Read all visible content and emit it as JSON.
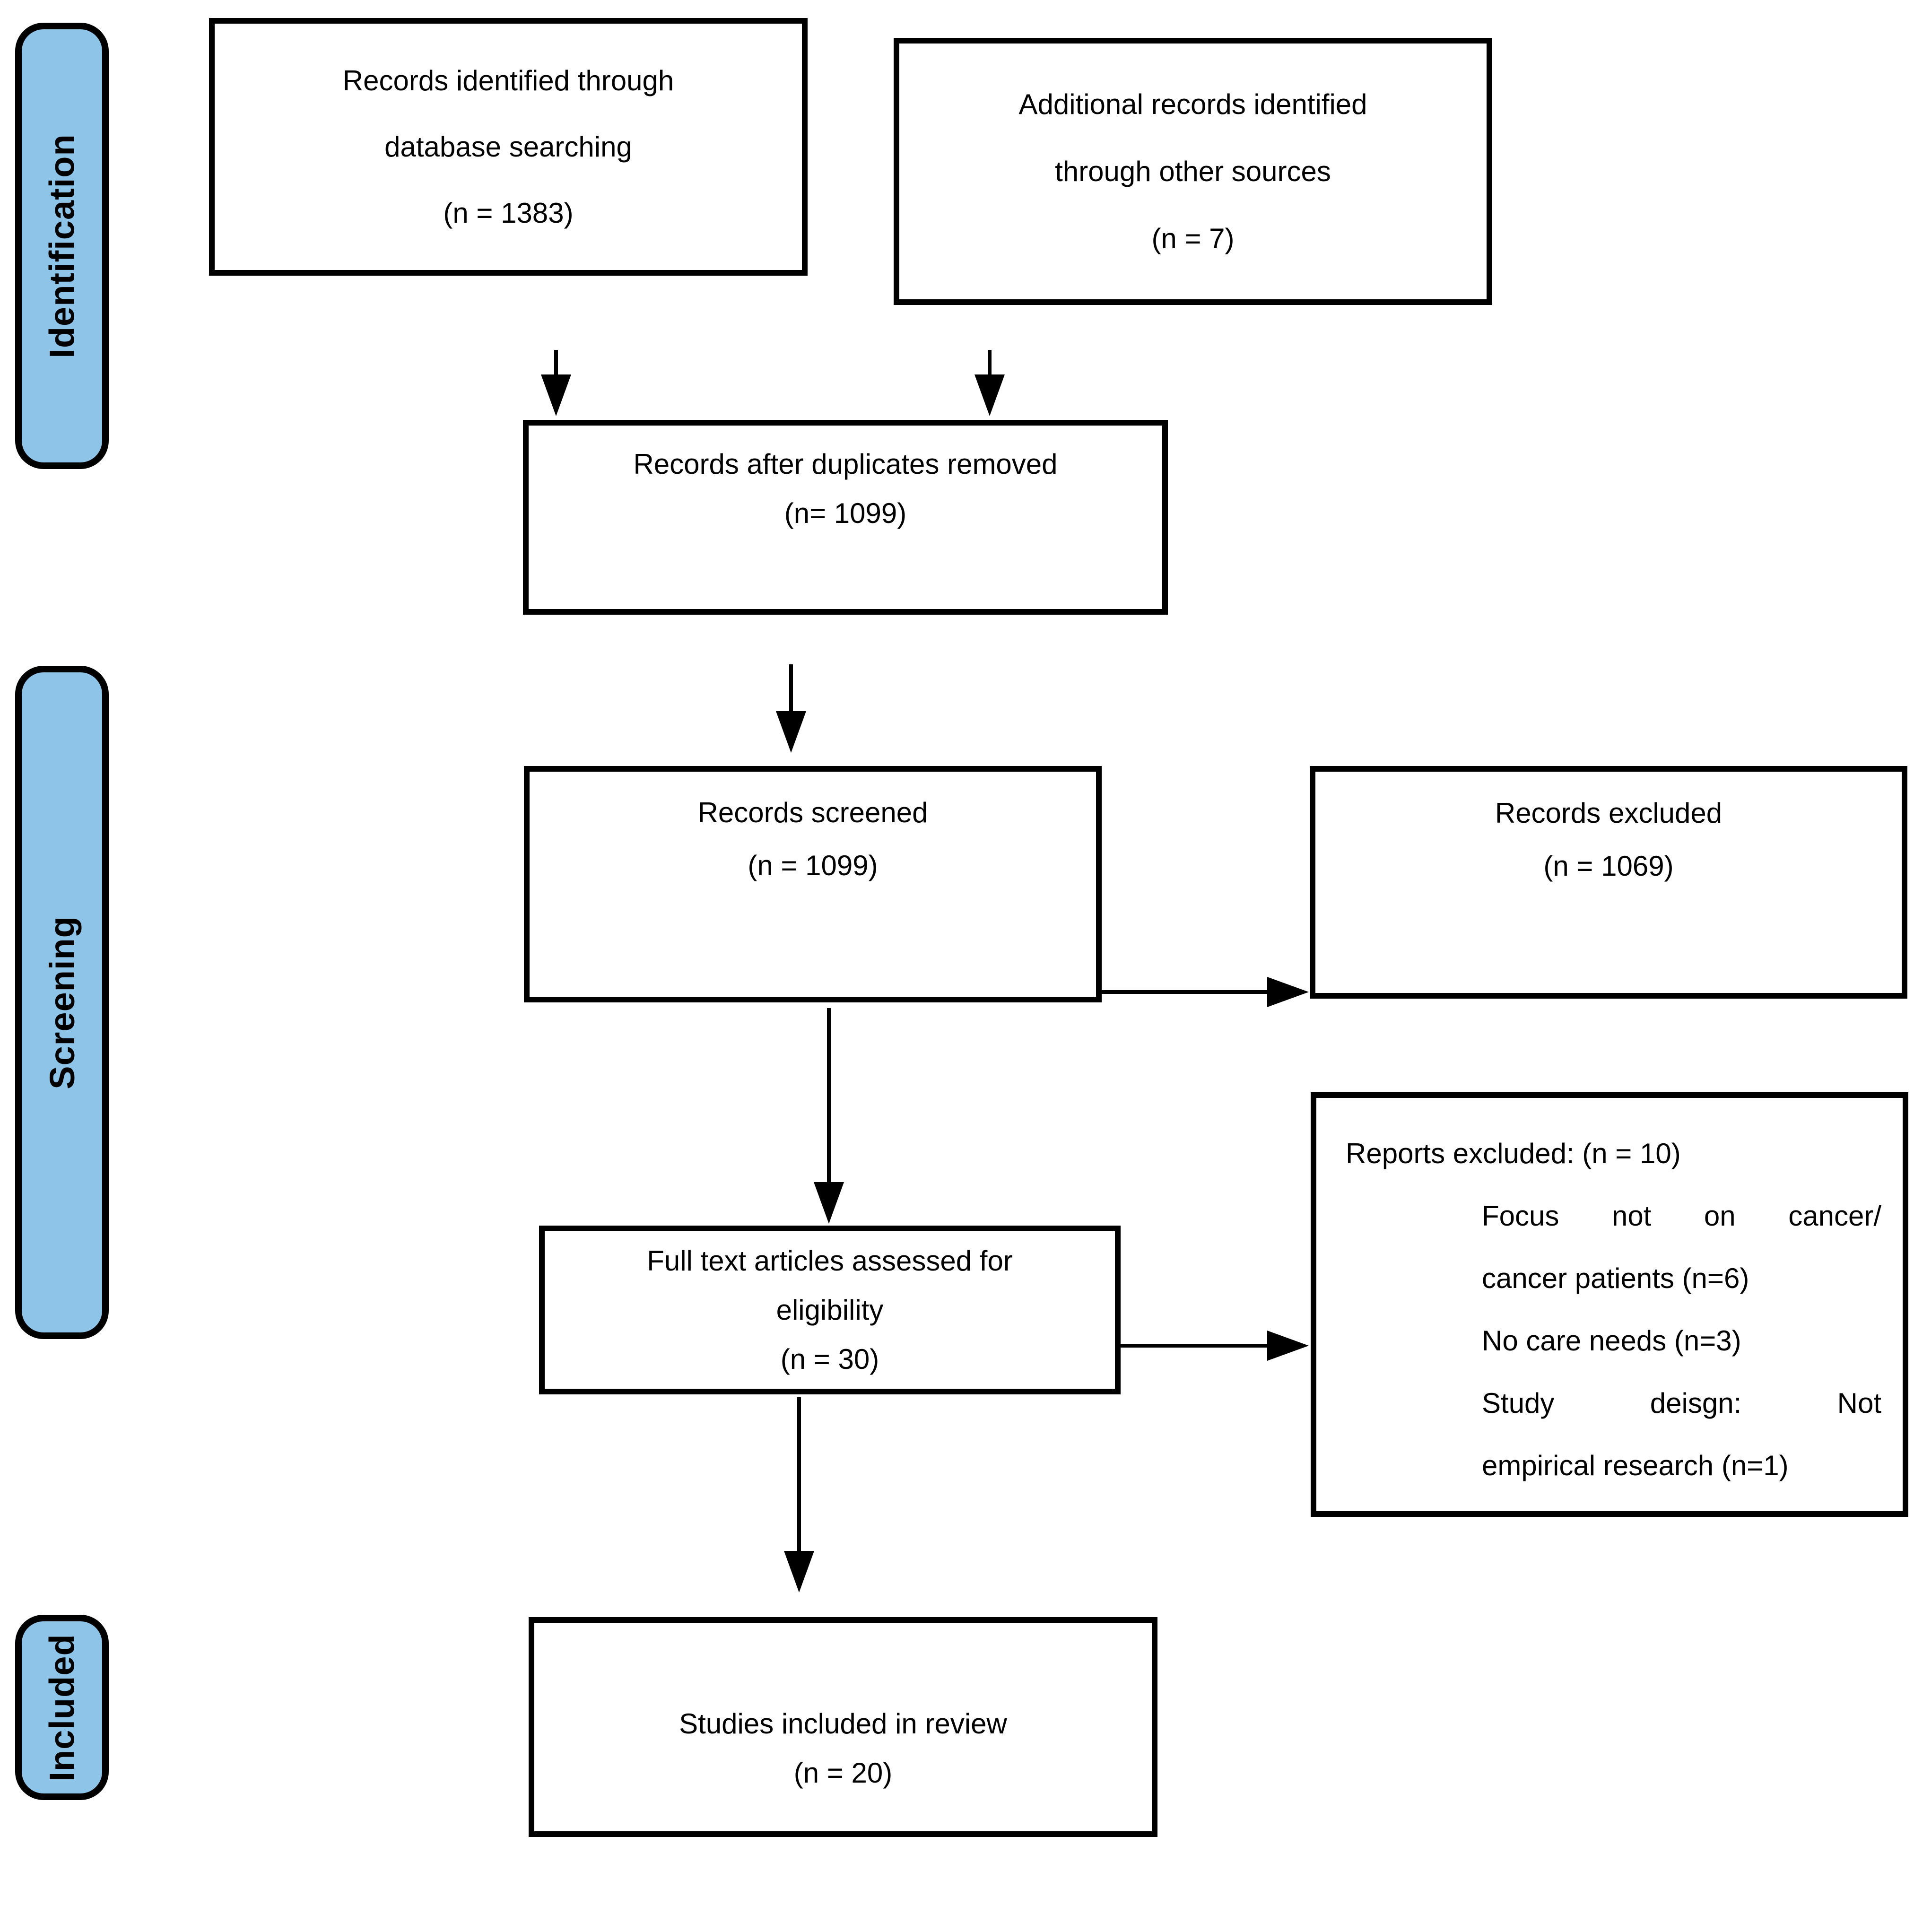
{
  "stages": {
    "identification": "Identification",
    "screening": "Screening",
    "included": "Included"
  },
  "boxes": {
    "identified": {
      "lines": [
        "Records identified through",
        "database searching",
        "(n = 1383)"
      ]
    },
    "additional": {
      "lines": [
        "Additional records identified",
        "through other sources",
        "(n = 7)"
      ]
    },
    "duplicates": {
      "lines": [
        "Records after duplicates removed",
        "(n= 1099)"
      ]
    },
    "screened": {
      "lines": [
        "Records screened",
        "(n = 1099)"
      ]
    },
    "excluded": {
      "lines": [
        "Records excluded",
        "(n = 1069)"
      ]
    },
    "fulltext": {
      "lines": [
        "Full text articles assessed for",
        "eligibility",
        "(n = 30)"
      ]
    },
    "reports_excluded": {
      "title": "Reports excluded: (n = 10)",
      "reasons": [
        "Focus not on cancer/",
        "cancer patients (n=6)",
        "No care needs (n=3)",
        "Study deisgn: Not",
        "empirical research (n=1)"
      ]
    },
    "included_studies": {
      "lines": [
        "Studies included in review",
        "(n = 20)"
      ]
    }
  },
  "colors": {
    "stage_fill": "#8EC4E8",
    "border": "#000000",
    "text": "#000000",
    "background": "#FFFFFF"
  }
}
